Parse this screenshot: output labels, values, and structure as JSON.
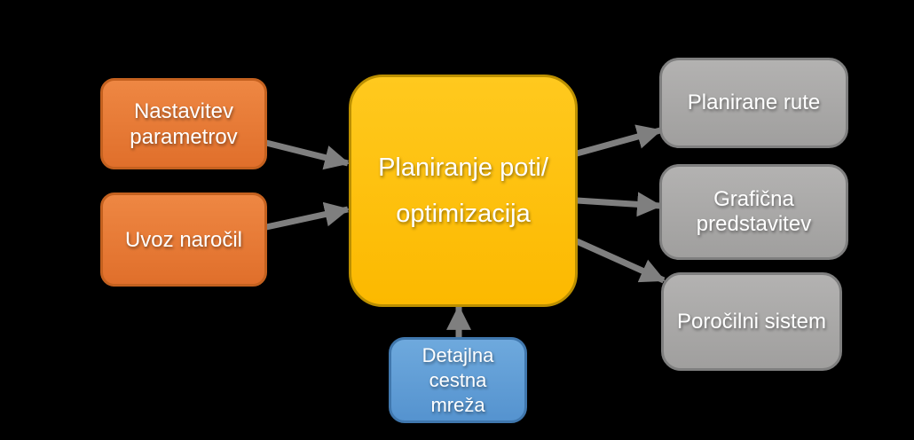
{
  "diagram": {
    "title": "Planiranje poti / optimizacija — process diagram",
    "nodes": {
      "nastavitev": {
        "label": "Nastavitev\nparametrov",
        "fill": "#e06f2b",
        "border": "#c4611f",
        "role": "input"
      },
      "uvoz": {
        "label": "Uvoz naročil",
        "fill": "#e06f2b",
        "border": "#c4611f",
        "role": "input"
      },
      "planiranje": {
        "label": "Planiranje poti/\noptimizacija",
        "fill": "#fcb900",
        "border": "#bb8f00",
        "role": "central-process"
      },
      "rute": {
        "label": "Planirane rute",
        "fill": "#a09f9e",
        "border": "#7f7f7f",
        "role": "output"
      },
      "graficna": {
        "label": "Grafična\npredstavitev",
        "fill": "#a09f9e",
        "border": "#7f7f7f",
        "role": "output"
      },
      "porocilni": {
        "label": "Poročilni sistem",
        "fill": "#a09f9e",
        "border": "#7f7f7f",
        "role": "output"
      },
      "detajlna": {
        "label": "Detajlna\ncestna\nmreža",
        "fill": "#5593cf",
        "border": "#4077ad",
        "role": "input"
      }
    },
    "connections": [
      {
        "from": "nastavitev",
        "to": "planiranje"
      },
      {
        "from": "uvoz",
        "to": "planiranje"
      },
      {
        "from": "planiranje",
        "to": "rute"
      },
      {
        "from": "planiranje",
        "to": "graficna"
      },
      {
        "from": "planiranje",
        "to": "porocilni"
      },
      {
        "from": "detajlna",
        "to": "planiranje"
      }
    ],
    "arrow_color": "#7f7f7f",
    "text_color": "#ffffff",
    "background": "#000000"
  }
}
